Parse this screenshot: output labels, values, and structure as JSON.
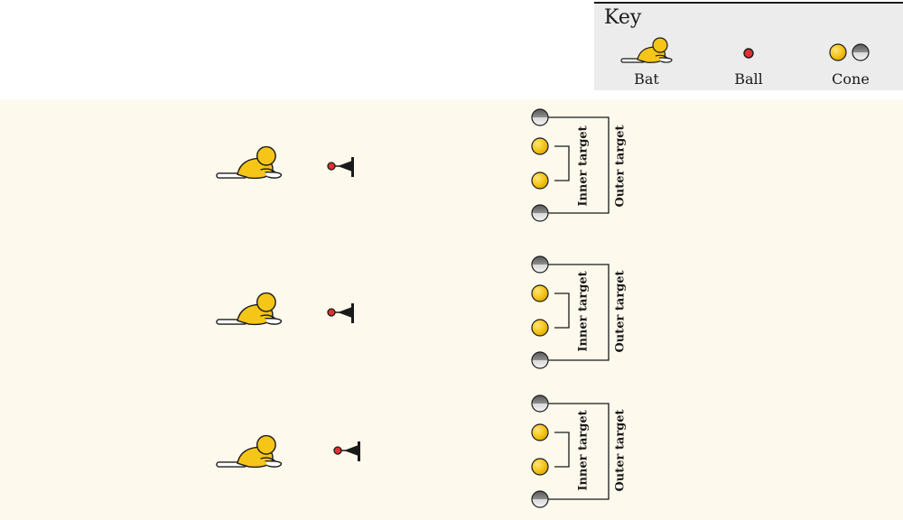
{
  "key": {
    "title": "Key",
    "items": [
      {
        "id": "bat",
        "label": "Bat",
        "icon": "batter-icon"
      },
      {
        "id": "ball",
        "label": "Ball",
        "icon": "ball-icon"
      },
      {
        "id": "cone",
        "label": "Cone",
        "icon": "cone-pair-icon"
      }
    ]
  },
  "lanes": [
    {
      "inner_label": "Inner target",
      "outer_label": "Outer target"
    },
    {
      "inner_label": "Inner target",
      "outer_label": "Outer target"
    },
    {
      "inner_label": "Inner target",
      "outer_label": "Outer target"
    }
  ],
  "colors": {
    "field": "#fdf9ec",
    "key_background": "#ececec",
    "yellow": "#f5c518",
    "grey_cone": "#8a8a8a",
    "ball": "#e03030",
    "line": "#1a1a1a"
  }
}
